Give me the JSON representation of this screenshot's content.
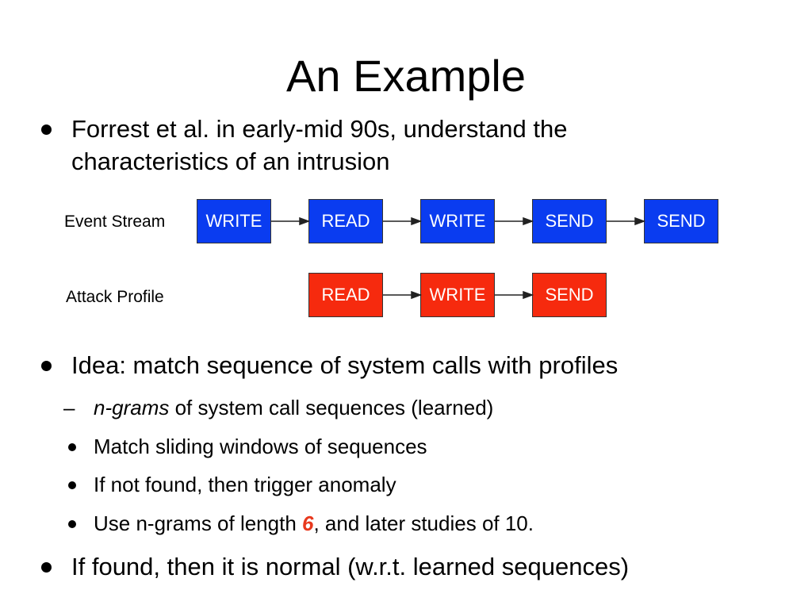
{
  "slide": {
    "title": "An Example",
    "bullet_forrest_line1": "Forrest et al. in early-mid 90s, understand the",
    "bullet_forrest_line2": "characteristics of an intrusion",
    "bullet_idea": "Idea: match sequence of system calls with profiles",
    "sub_ngrams_dash": "–",
    "sub_ngrams_em": "n-grams",
    "sub_ngrams_rest": " of system call sequences (learned)",
    "sub_match": "Match sliding windows of sequences",
    "sub_notfound": "If not found, then trigger anomaly",
    "sub_use_pre": "Use n-grams of length ",
    "sub_use_num": "6",
    "sub_use_post": ", and later studies of 10.",
    "bullet_found": "If found, then it is normal (w.r.t. learned sequences)"
  },
  "diagram": {
    "event_stream_label": "Event Stream",
    "event_stream": [
      "WRITE",
      "READ",
      "WRITE",
      "SEND",
      "SEND"
    ],
    "attack_profile_label": "Attack Profile",
    "attack_profile": [
      "READ",
      "WRITE",
      "SEND"
    ],
    "colors": {
      "event": "#0a3cf0",
      "attack": "#f62a0e"
    }
  }
}
